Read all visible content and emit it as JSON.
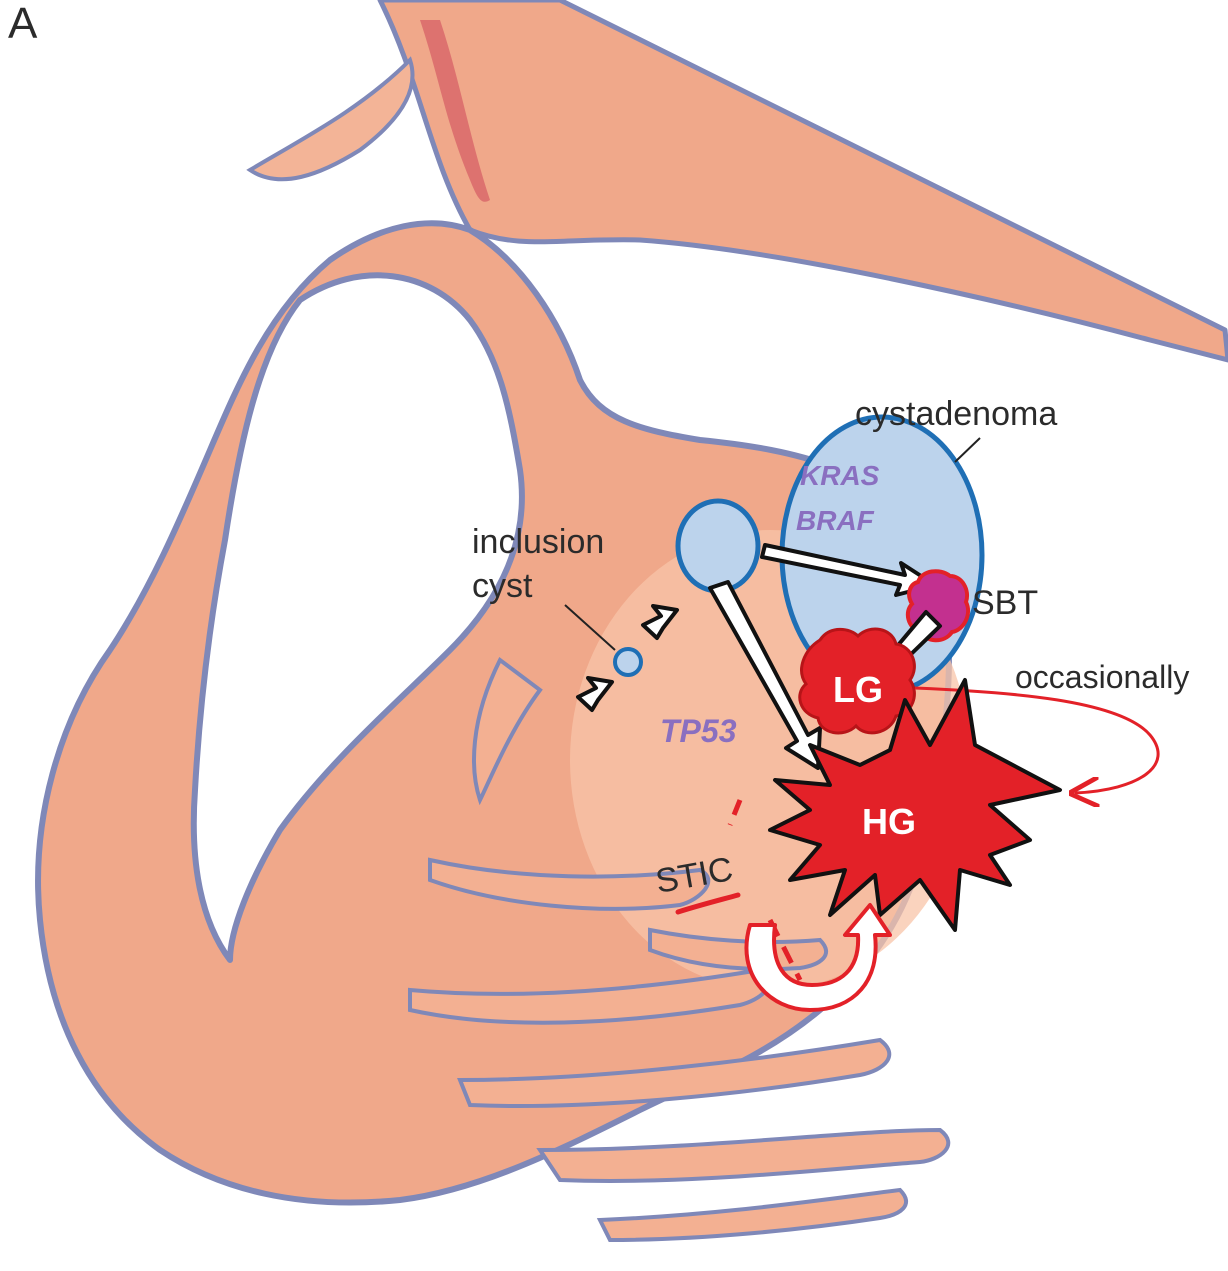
{
  "panel_label": "A",
  "labels": {
    "inclusion_cyst_line1": "inclusion",
    "inclusion_cyst_line2": "cyst",
    "cystadenoma": "cystadenoma",
    "sbt": "SBT",
    "lg": "LG",
    "hg": "HG",
    "stic": "STIC",
    "occasionally": "occasionally"
  },
  "genes": {
    "kras": "KRAS",
    "braf": "BRAF",
    "tp53": "TP53"
  },
  "colors": {
    "tissue_fill": "#f0a88a",
    "tissue_highlight": "#f8c4a8",
    "vessel_red": "#d9686a",
    "outline_blue": "#7f88b8",
    "cyst_fill": "#bcd3ec",
    "cyst_stroke": "#1f6fb5",
    "lesion_red": "#e32128",
    "sbt_magenta": "#c3308f",
    "gene_purple": "#8a6fc0"
  }
}
